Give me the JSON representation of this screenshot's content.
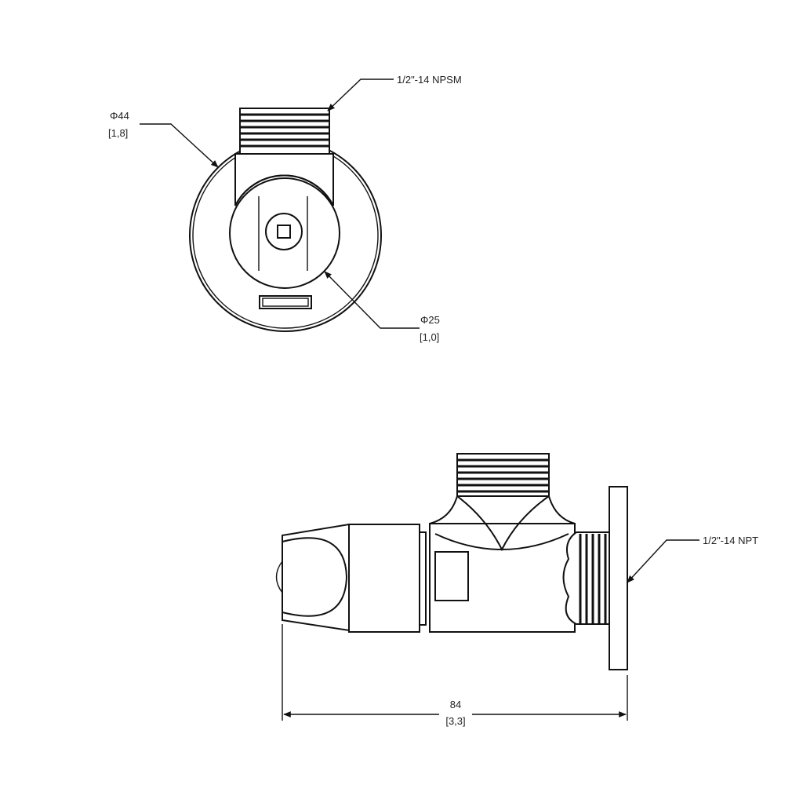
{
  "drawing": {
    "top_view": {
      "thread_label": "1/2\"-14 NPSM",
      "outer_diameter": {
        "value": "Φ44",
        "inches": "[1,8]"
      },
      "inner_diameter": {
        "value": "Φ25",
        "inches": "[1,0]"
      }
    },
    "side_view": {
      "thread_label": "1/2\"-14 NPT",
      "length": {
        "value": "84",
        "inches": "[3,3]"
      }
    }
  }
}
